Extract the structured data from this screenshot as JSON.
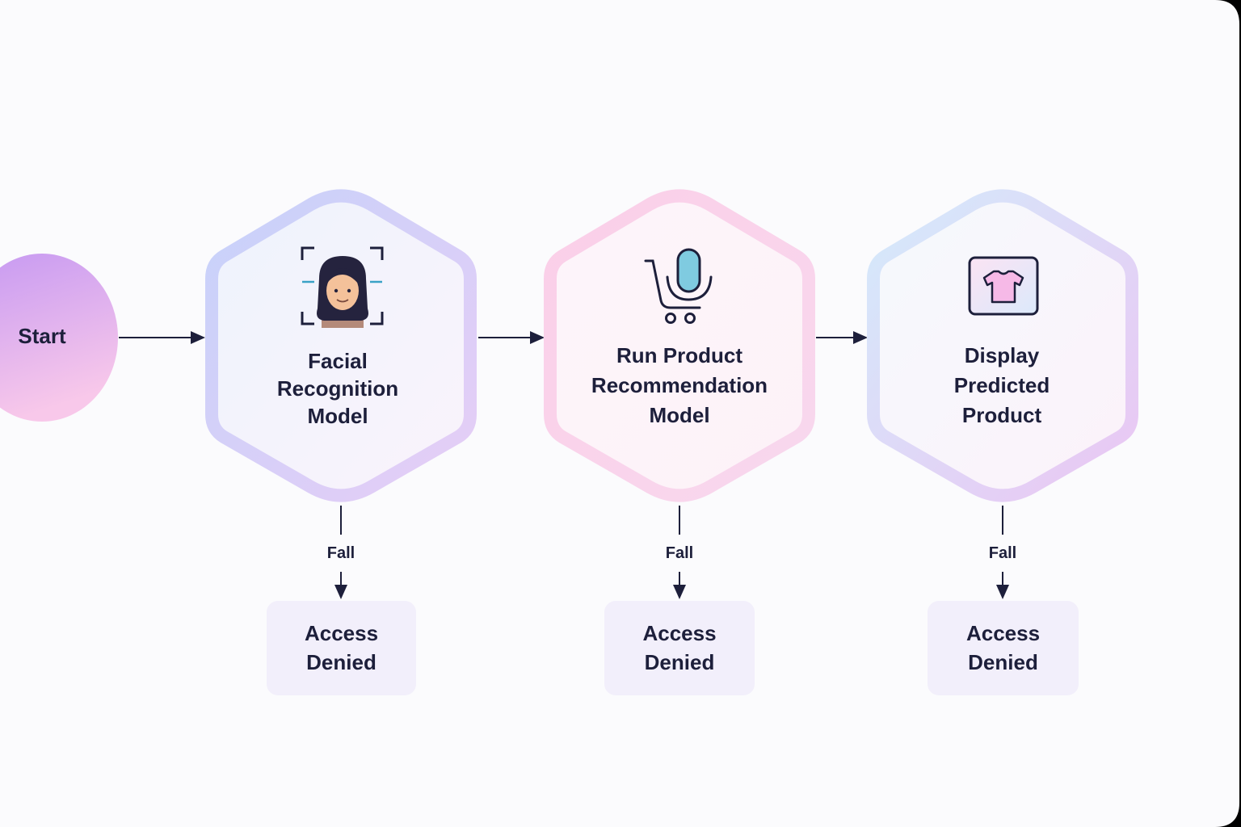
{
  "start": {
    "label": "Start"
  },
  "steps": [
    {
      "title_lines": [
        "Facial",
        "Recognition",
        "Model"
      ],
      "icon": "face-scan-icon"
    },
    {
      "title_lines": [
        "Run Product",
        "Recommendation",
        "Model"
      ],
      "icon": "cart-microphone-icon"
    },
    {
      "title_lines": [
        "Display",
        "Predicted",
        "Product"
      ],
      "icon": "tshirt-display-icon"
    }
  ],
  "failure": [
    {
      "edge_label": "Fall",
      "box_lines": [
        "Access",
        "Denied"
      ]
    },
    {
      "edge_label": "Fall",
      "box_lines": [
        "Access",
        "Denied"
      ]
    },
    {
      "edge_label": "Fall",
      "box_lines": [
        "Access",
        "Denied"
      ]
    }
  ],
  "colors": {
    "text": "#1d1f3b",
    "arrow": "#1d1f3b",
    "start_gradient": [
      "#c79bf3",
      "#f7c6ea"
    ],
    "hex1_border": [
      "#c9d3fb",
      "#e3cdf7"
    ],
    "hex2_border": [
      "#fbd3ea",
      "#fbd3ea"
    ],
    "hex3_border": [
      "#d3e8fb",
      "#ecc7f3"
    ],
    "deny_box": "#f2effb",
    "mic_fill": "#7fcbe0",
    "shirt_fill": "#f6b9e7"
  }
}
